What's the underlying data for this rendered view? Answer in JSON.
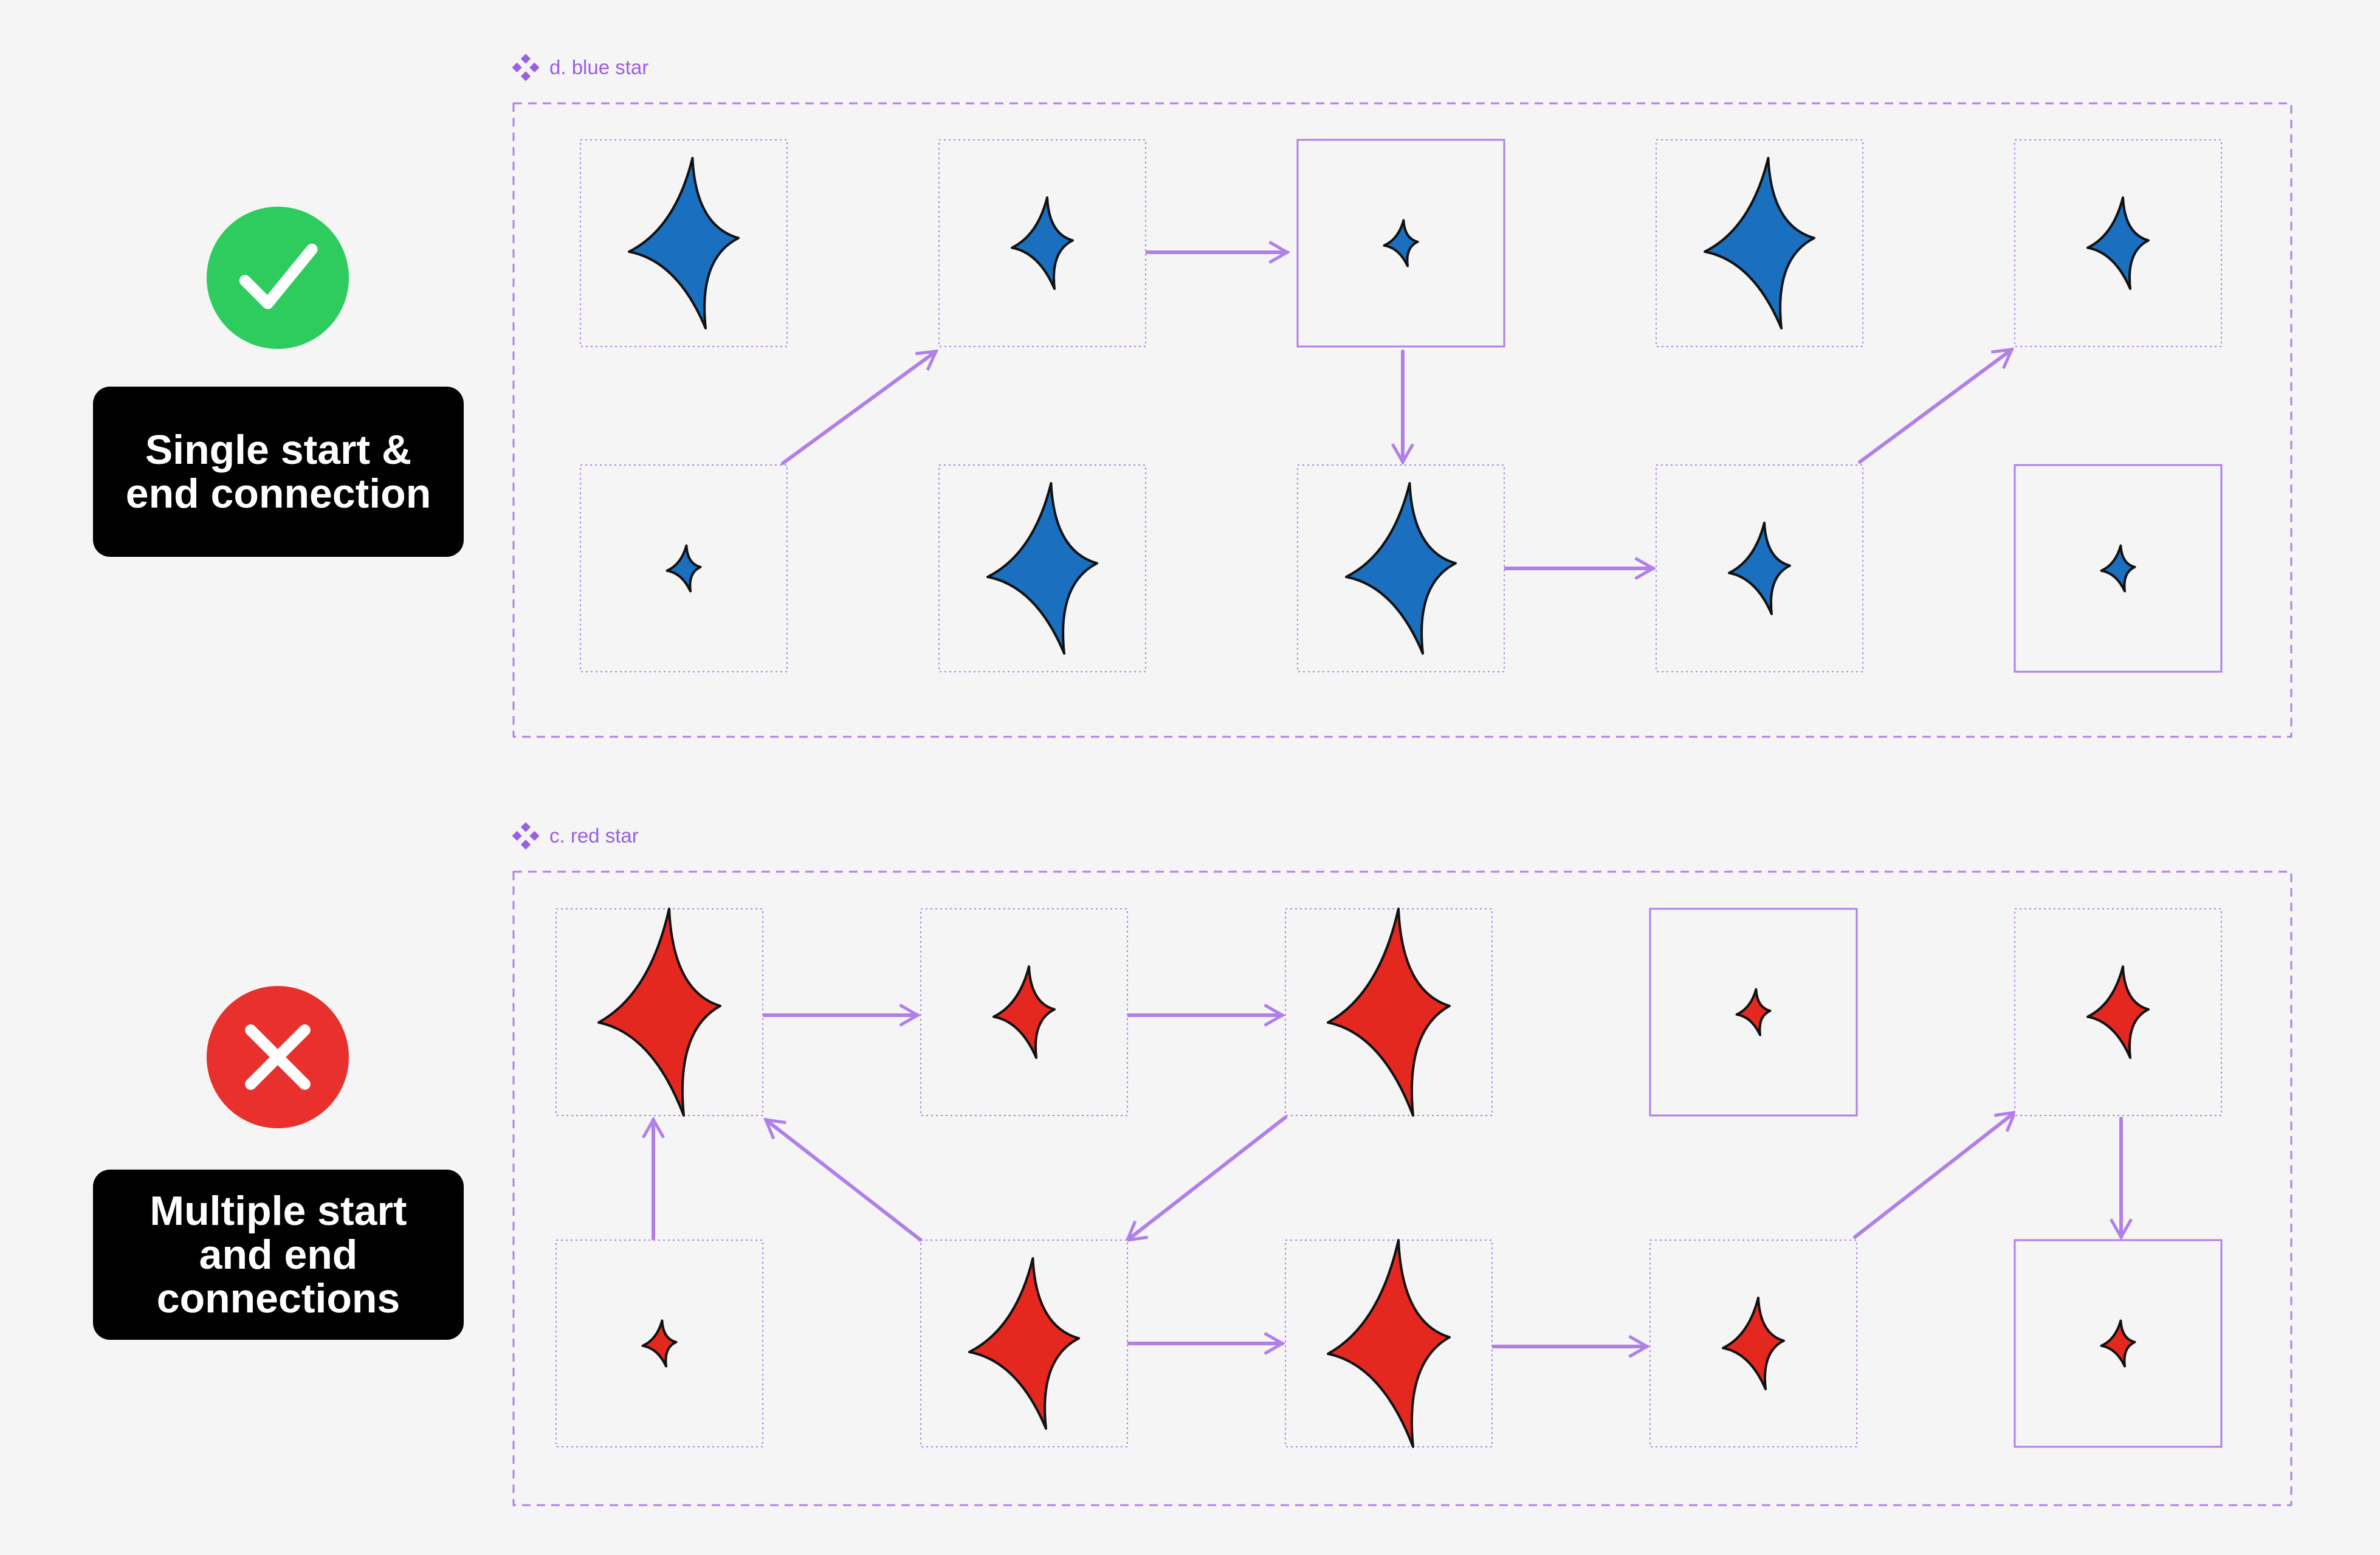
{
  "colors": {
    "accent": "#b07fe8",
    "tag_text": "#9a5fe0",
    "ok_green": "#2ecc5f",
    "bad_red": "#e8302c",
    "label_bg": "#000000",
    "blue_star": "#1a6fbf",
    "red_star": "#e5281f"
  },
  "good": {
    "icon": "checkmark-icon",
    "label": "Single start & end connection",
    "frame_label": "d. blue star"
  },
  "bad": {
    "icon": "x-mark-icon",
    "label": "Multiple start and end connections",
    "frame_label": "c. red star"
  }
}
